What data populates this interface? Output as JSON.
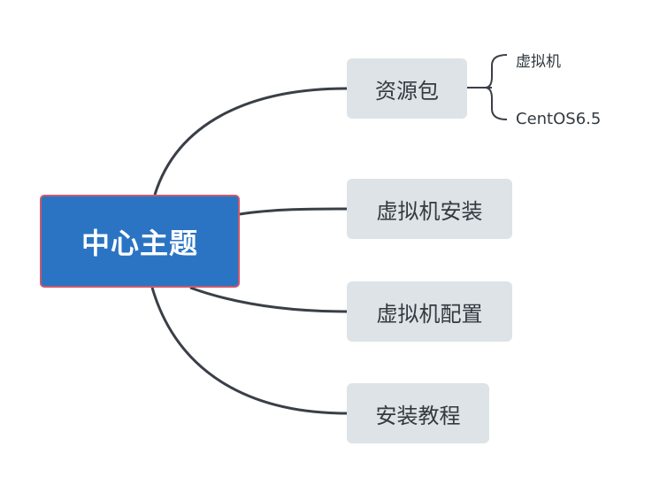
{
  "central_topic": "中心主题",
  "branches": [
    {
      "label": "资源包",
      "children": [
        "虚拟机",
        "CentOS6.5"
      ]
    },
    {
      "label": "虚拟机安装"
    },
    {
      "label": "虚拟机配置"
    },
    {
      "label": "安装教程"
    }
  ],
  "colors": {
    "central_fill": "#2a74c3",
    "central_border": "#c85a6e",
    "branch_fill": "#dde3e6",
    "connector": "#3a3f47",
    "text": "#333a40"
  }
}
